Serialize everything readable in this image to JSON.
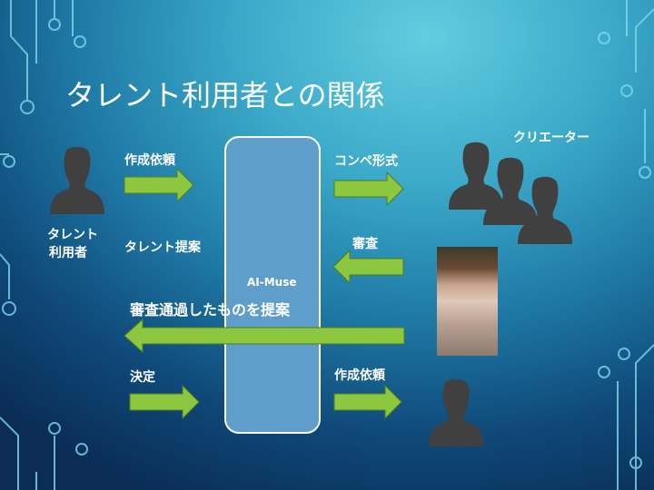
{
  "title": "タレント利用者との関係",
  "talent_user": {
    "line1": "タレント",
    "line2": "利用者"
  },
  "center_box": {
    "label": "AI-Muse"
  },
  "flows": {
    "request_to_ai": "作成依頼",
    "talent_proposal": "タレント提案",
    "approved_proposal": "審査通過したものを提案",
    "decision": "決定",
    "competition": "コンペ形式",
    "review": "審査",
    "request_to_creator": "作成依頼"
  },
  "creators_label": "クリエーター",
  "colors": {
    "arrow": "#8dc63f",
    "arrow_border": "#4e7d1e",
    "silhouette": "#404040",
    "box": "#5f9dcb"
  }
}
